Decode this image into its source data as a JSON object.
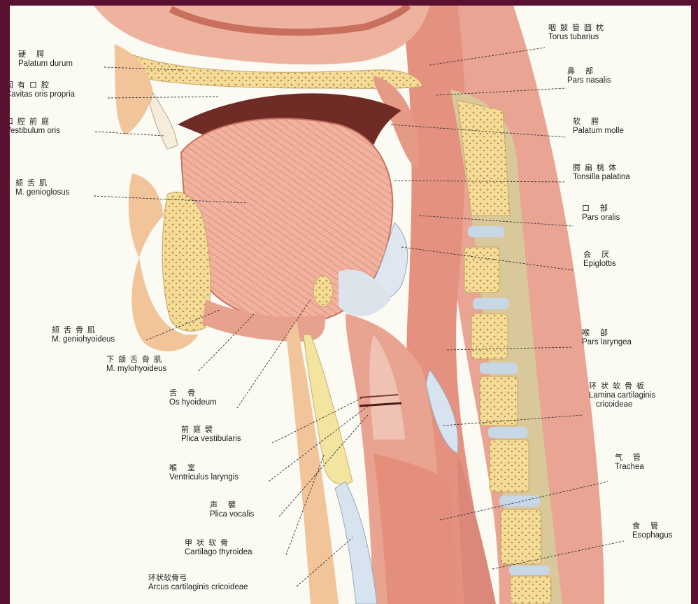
{
  "labels": [
    {
      "id": "torus-tubarius",
      "cn": "咽鼓管圆枕",
      "la": "Torus tubarius"
    },
    {
      "id": "pars-nasalis",
      "cn": "鼻  部",
      "la": "Pars nasalis"
    },
    {
      "id": "palatum-molle",
      "cn": "软  腭",
      "la": "Palatum molle"
    },
    {
      "id": "tonsilla-palatina",
      "cn": "腭扁桃体",
      "la": "Tonsilla palatina"
    },
    {
      "id": "pars-oralis",
      "cn": "口  部",
      "la": "Pars oralis"
    },
    {
      "id": "epiglottis",
      "cn": "会  厌",
      "la": "Epiglottis"
    },
    {
      "id": "pars-laryngea",
      "cn": "喉  部",
      "la": "Pars laryngea"
    },
    {
      "id": "lamina-cartilaginis",
      "cn": "环状软骨板",
      "la": "Lamina cartilaginis",
      "la2": "cricoideae"
    },
    {
      "id": "trachea",
      "cn": "气  管",
      "la": "Trachea"
    },
    {
      "id": "esophagus",
      "cn": "食  管",
      "la": "Esophagus"
    },
    {
      "id": "palatum-durum",
      "cn": "硬  腭",
      "la": "Palatum durum"
    },
    {
      "id": "cavitas-oris",
      "cn": "固有口腔",
      "la": "Cavitas oris propria"
    },
    {
      "id": "vestibulum-oris",
      "cn": "口腔前庭",
      "la": "Vestibulum oris"
    },
    {
      "id": "genioglossus",
      "cn": "颏舌肌",
      "la": "M. genioglosus"
    },
    {
      "id": "geniohyoideus",
      "cn": "颏舌骨肌",
      "la": "M. geniohyoideus"
    },
    {
      "id": "mylohyoideus",
      "cn": "下颌舌骨肌",
      "la": "M. mylohyoideus"
    },
    {
      "id": "os-hyoideum",
      "cn": "舌  骨",
      "la": "Os hyoideum"
    },
    {
      "id": "plica-vestibularis",
      "cn": "前庭襞",
      "la": "Plica vestibularis"
    },
    {
      "id": "ventriculus",
      "cn": "喉  室",
      "la": "Ventriculus laryngis"
    },
    {
      "id": "plica-vocalis",
      "cn": "声  襞",
      "la": "Plica vocalis"
    },
    {
      "id": "cartilago-thyroidea",
      "cn": "甲状软骨",
      "la": "Cartilago thyroidea"
    },
    {
      "id": "arcus-cricoideae",
      "cn": "环状软骨弓",
      "la": "Arcus cartilaginis cricoideae"
    }
  ]
}
